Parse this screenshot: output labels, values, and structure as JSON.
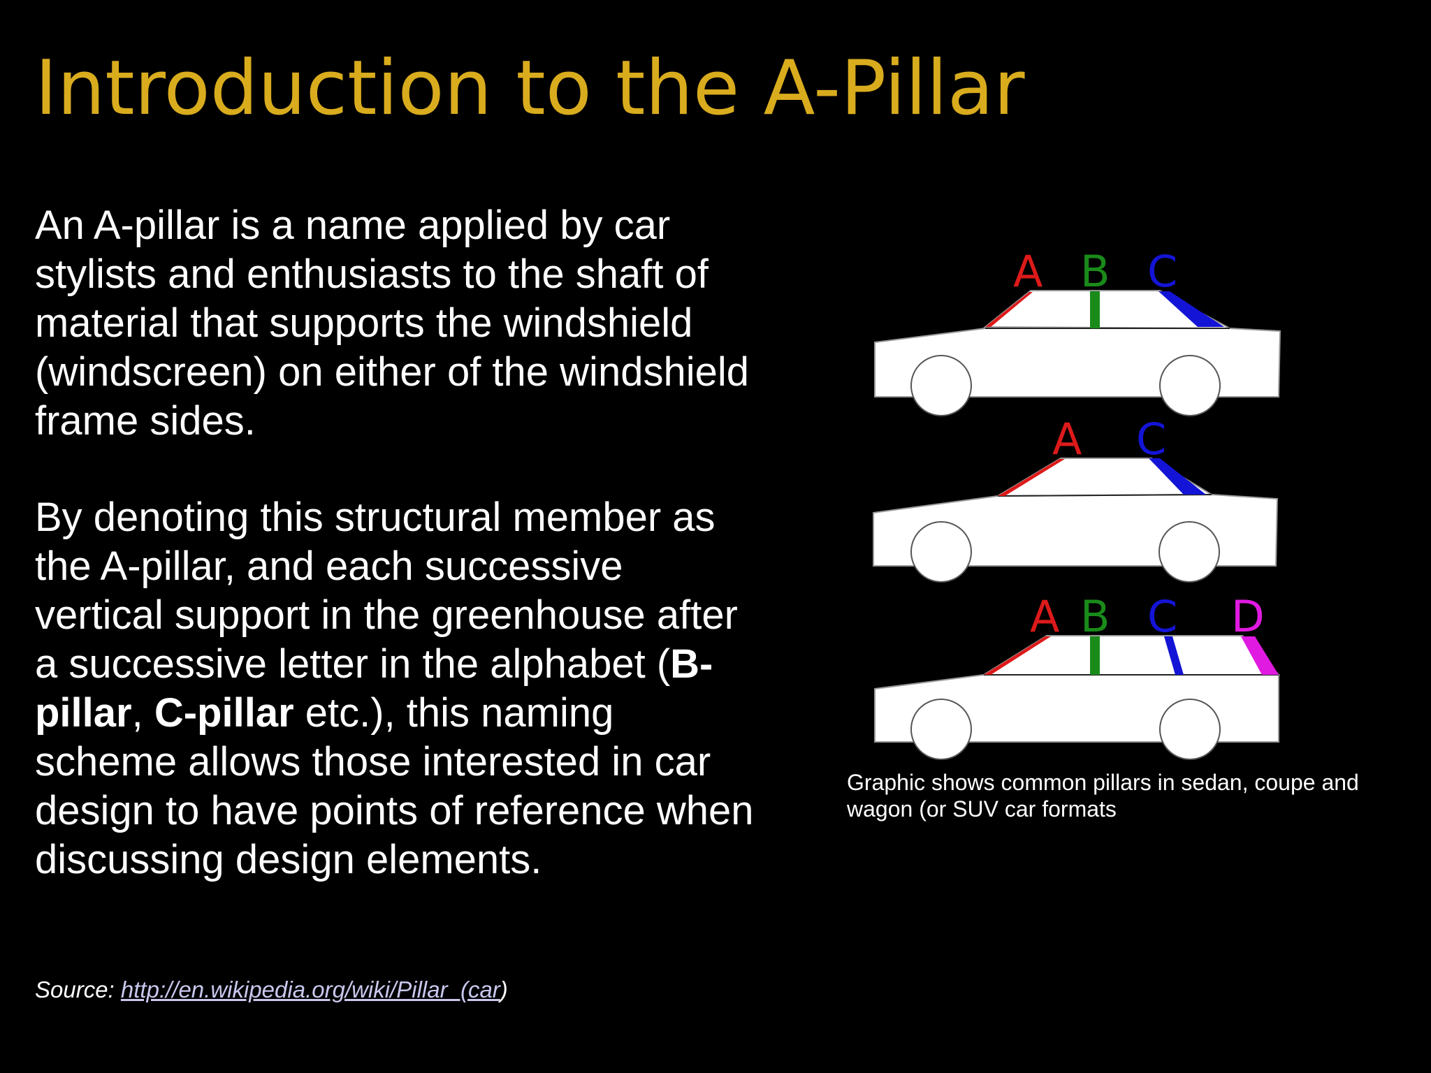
{
  "title": "Introduction to the A-Pillar",
  "paragraph1": "An A-pillar is a name applied by car stylists and enthusiasts to the shaft of material that supports the windshield (windscreen) on either of the windshield frame sides.",
  "paragraph2": {
    "part1": "By denoting this structural member as the A-pillar, and each successive vertical support in the greenhouse after a successive letter in the alphabet (",
    "bold1": "B-pillar",
    "sep": ", ",
    "bold2": "C-pillar",
    "part2": " etc.), this naming scheme allows those interested in car design to have points of reference when discussing design elements."
  },
  "source": {
    "label": "Source: ",
    "url_text": "http://en.wikipedia.org/wiki/Pillar_(car",
    "suffix": ")"
  },
  "figure": {
    "caption": "Graphic shows common pillars in sedan, coupe and wagon (or SUV car formats",
    "cars": [
      {
        "type": "sedan",
        "labels": [
          "A",
          "B",
          "C"
        ]
      },
      {
        "type": "coupe",
        "labels": [
          "A",
          "C"
        ]
      },
      {
        "type": "wagon",
        "labels": [
          "A",
          "B",
          "C",
          "D"
        ]
      }
    ],
    "pillar_colors": {
      "A": "#dd1a1a",
      "B": "#1a8a1a",
      "C": "#1414d6",
      "D": "#e01ae0"
    }
  },
  "colors": {
    "background": "#000000",
    "title": "#d9ac1e",
    "text": "#ffffff",
    "link": "#c8c8ee"
  }
}
